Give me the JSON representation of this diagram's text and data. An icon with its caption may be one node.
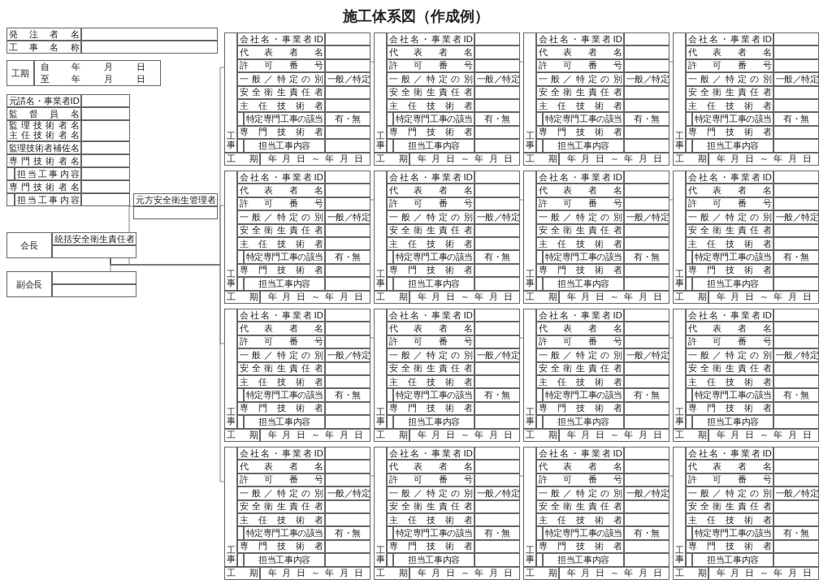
{
  "diagram": {
    "title": "施工体系図（作成例）",
    "nodes": [
      {
        "text": [
          "発注者名",
          "工事名称"
        ]
      },
      {
        "text": [
          "工期",
          "自",
          "年",
          "月",
          "日",
          "至",
          "年",
          "月",
          "日"
        ]
      },
      {
        "text": [
          "元請名・事業者ID",
          "監督員名",
          "監理技術者名",
          "主任技術者名",
          "監理技術者補佐名",
          "専門技術者名",
          "担当工事内容",
          "専門技術者名",
          "担当工事内容"
        ]
      },
      {
        "text": [
          "元方安全衛生管理者"
        ]
      },
      {
        "text": [
          "会長",
          "統括安全衛生責任者"
        ]
      },
      {
        "text": [
          "副会長"
        ]
      },
      {
        "text": [
          "会社名・事業者ID",
          "代表者名",
          "許可番号",
          "一般／特定の別",
          "一般／特定",
          "安全衛生責任者",
          "主任技術者",
          "特定専門工事の該当",
          "有・無",
          "専門技術者",
          "工事",
          "担当工事内容",
          "工期",
          "年 月 日 ～ 年 月 日"
        ]
      },
      {
        "text": [
          "会社名・事業者ID",
          "代表者名",
          "許可番号",
          "一般／特定の別",
          "一般／特定",
          "安全衛生責任者",
          "主任技術者",
          "特定専門工事の該当",
          "有・無",
          "専門技術者",
          "工事",
          "担当工事内容",
          "工期",
          "年 月 日 ～ 年 月 日"
        ]
      },
      {
        "text": [
          "会社名・事業者ID",
          "代表者名",
          "許可番号",
          "一般／特定の別",
          "一般／特定",
          "安全衛生責任者",
          "主任技術者",
          "特定専門工事の該当",
          "有・無",
          "専門技術者",
          "工事",
          "担当工事内容",
          "工期",
          "年 月 日 ～ 年 月 日"
        ]
      },
      {
        "text": [
          "会社名・事業者ID",
          "代表者名",
          "許可番号",
          "一般／特定の別",
          "一般／特定",
          "安全衛生責任者",
          "主任技術者",
          "特定専門工事の該当",
          "有・無",
          "専門技術者",
          "工事",
          "担当工事内容",
          "工期",
          "年 月 日 ～ 年 月 日"
        ]
      },
      {
        "text": [
          "会社名・事業者ID",
          "代表者名",
          "許可番号",
          "一般／特定の別",
          "一般／特定",
          "安全衛生責任者",
          "主任技術者",
          "特定専門工事の該当",
          "有・無",
          "専門技術者",
          "工事",
          "担当工事内容",
          "工期",
          "年 月 日 ～ 年 月 日"
        ]
      },
      {
        "text": [
          "会社名・事業者ID",
          "代表者名",
          "許可番号",
          "一般／特定の別",
          "一般／特定",
          "安全衛生責任者",
          "主任技術者",
          "特定専門工事の該当",
          "有・無",
          "専門技術者",
          "工事",
          "担当工事内容",
          "工期",
          "年 月 日 ～ 年 月 日"
        ]
      },
      {
        "text": [
          "会社名・事業者ID",
          "代表者名",
          "許可番号",
          "一般／特定の別",
          "一般／特定",
          "安全衛生責任者",
          "主任技術者",
          "特定専門工事の該当",
          "有・無",
          "専門技術者",
          "工事",
          "担当工事内容",
          "工期",
          "年 月 日 ～ 年 月 日"
        ]
      },
      {
        "text": [
          "会社名・事業者ID",
          "代表者名",
          "許可番号",
          "一般／特定の別",
          "一般／特定",
          "安全衛生責任者",
          "主任技術者",
          "特定専門工事の該当",
          "有・無",
          "専門技術者",
          "工事",
          "担当工事内容",
          "工期",
          "年 月 日 ～ 年 月 日"
        ]
      },
      {
        "text": [
          "会社名・事業者ID",
          "代表者名",
          "許可番号",
          "一般／特定の別",
          "一般／特定",
          "安全衛生責任者",
          "主任技術者",
          "特定専門工事の該当",
          "有・無",
          "専門技術者",
          "工事",
          "担当工事内容",
          "工期",
          "年 月 日 ～ 年 月 日"
        ]
      },
      {
        "text": [
          "会社名・事業者ID",
          "代表者名",
          "許可番号",
          "一般／特定の別",
          "一般／特定",
          "安全衛生責任者",
          "主任技術者",
          "特定専門工事の該当",
          "有・無",
          "専門技術者",
          "工事",
          "担当工事内容",
          "工期",
          "年 月 日 ～ 年 月 日"
        ]
      },
      {
        "text": [
          "会社名・事業者ID",
          "代表者名",
          "許可番号",
          "一般／特定の別",
          "一般／特定",
          "安全衛生責任者",
          "主任技術者",
          "特定専門工事の該当",
          "有・無",
          "専門技術者",
          "工事",
          "担当工事内容",
          "工期",
          "年 月 日 ～ 年 月 日"
        ]
      },
      {
        "text": [
          "会社名・事業者ID",
          "代表者名",
          "許可番号",
          "一般／特定の別",
          "一般／特定",
          "安全衛生責任者",
          "主任技術者",
          "特定専門工事の該当",
          "有・無",
          "専門技術者",
          "工事",
          "担当工事内容",
          "工期",
          "年 月 日 ～ 年 月 日"
        ]
      },
      {
        "text": [
          "会社名・事業者ID",
          "代表者名",
          "許可番号",
          "一般／特定の別",
          "一般／特定",
          "安全衛生責任者",
          "主任技術者",
          "特定専門工事の該当",
          "有・無",
          "専門技術者",
          "工事",
          "担当工事内容",
          "工期",
          "年 月 日 ～ 年 月 日"
        ]
      },
      {
        "text": [
          "会社名・事業者ID",
          "代表者名",
          "許可番号",
          "一般／特定の別",
          "一般／特定",
          "安全衛生責任者",
          "主任技術者",
          "特定専門工事の該当",
          "有・無",
          "専門技術者",
          "工事",
          "担当工事内容",
          "工期",
          "年 月 日 ～ 年 月 日"
        ]
      },
      {
        "text": [
          "会社名・事業者ID",
          "代表者名",
          "許可番号",
          "一般／特定の別",
          "一般／特定",
          "安全衛生責任者",
          "主任技術者",
          "特定専門工事の該当",
          "有・無",
          "専門技術者",
          "工事",
          "担当工事内容",
          "工期",
          "年 月 日 ～ 年 月 日"
        ]
      },
      {
        "text": [
          "会社名・事業者ID",
          "代表者名",
          "許可番号",
          "一般／特定の別",
          "一般／特定",
          "安全衛生責任者",
          "主任技術者",
          "特定専門工事の該当",
          "有・無",
          "専門技術者",
          "工事",
          "担当工事内容",
          "工期",
          "年 月 日 ～ 年 月 日"
        ]
      }
    ],
    "edges": [
      {
        "from": 4,
        "to": 5,
        "arrow": "none"
      },
      {
        "from": 4,
        "to": 3,
        "arrow": "none"
      },
      {
        "from": 4,
        "to": 6,
        "arrow": "none"
      },
      {
        "from": 4,
        "to": 10,
        "arrow": "none"
      },
      {
        "from": 4,
        "to": 14,
        "arrow": "none"
      },
      {
        "from": 4,
        "to": 18,
        "arrow": "none"
      },
      {
        "from": 6,
        "to": 7,
        "arrow": "none"
      },
      {
        "from": 7,
        "to": 8,
        "arrow": "none"
      },
      {
        "from": 8,
        "to": 9,
        "arrow": "none"
      },
      {
        "from": 10,
        "to": 11,
        "arrow": "none"
      },
      {
        "from": 11,
        "to": 12,
        "arrow": "none"
      },
      {
        "from": 12,
        "to": 13,
        "arrow": "none"
      },
      {
        "from": 14,
        "to": 15,
        "arrow": "none"
      },
      {
        "from": 15,
        "to": 16,
        "arrow": "none"
      },
      {
        "from": 16,
        "to": 17,
        "arrow": "none"
      },
      {
        "from": 18,
        "to": 19,
        "arrow": "none"
      },
      {
        "from": 19,
        "to": 20,
        "arrow": "none"
      },
      {
        "from": 20,
        "to": 21,
        "arrow": "none"
      }
    ]
  }
}
